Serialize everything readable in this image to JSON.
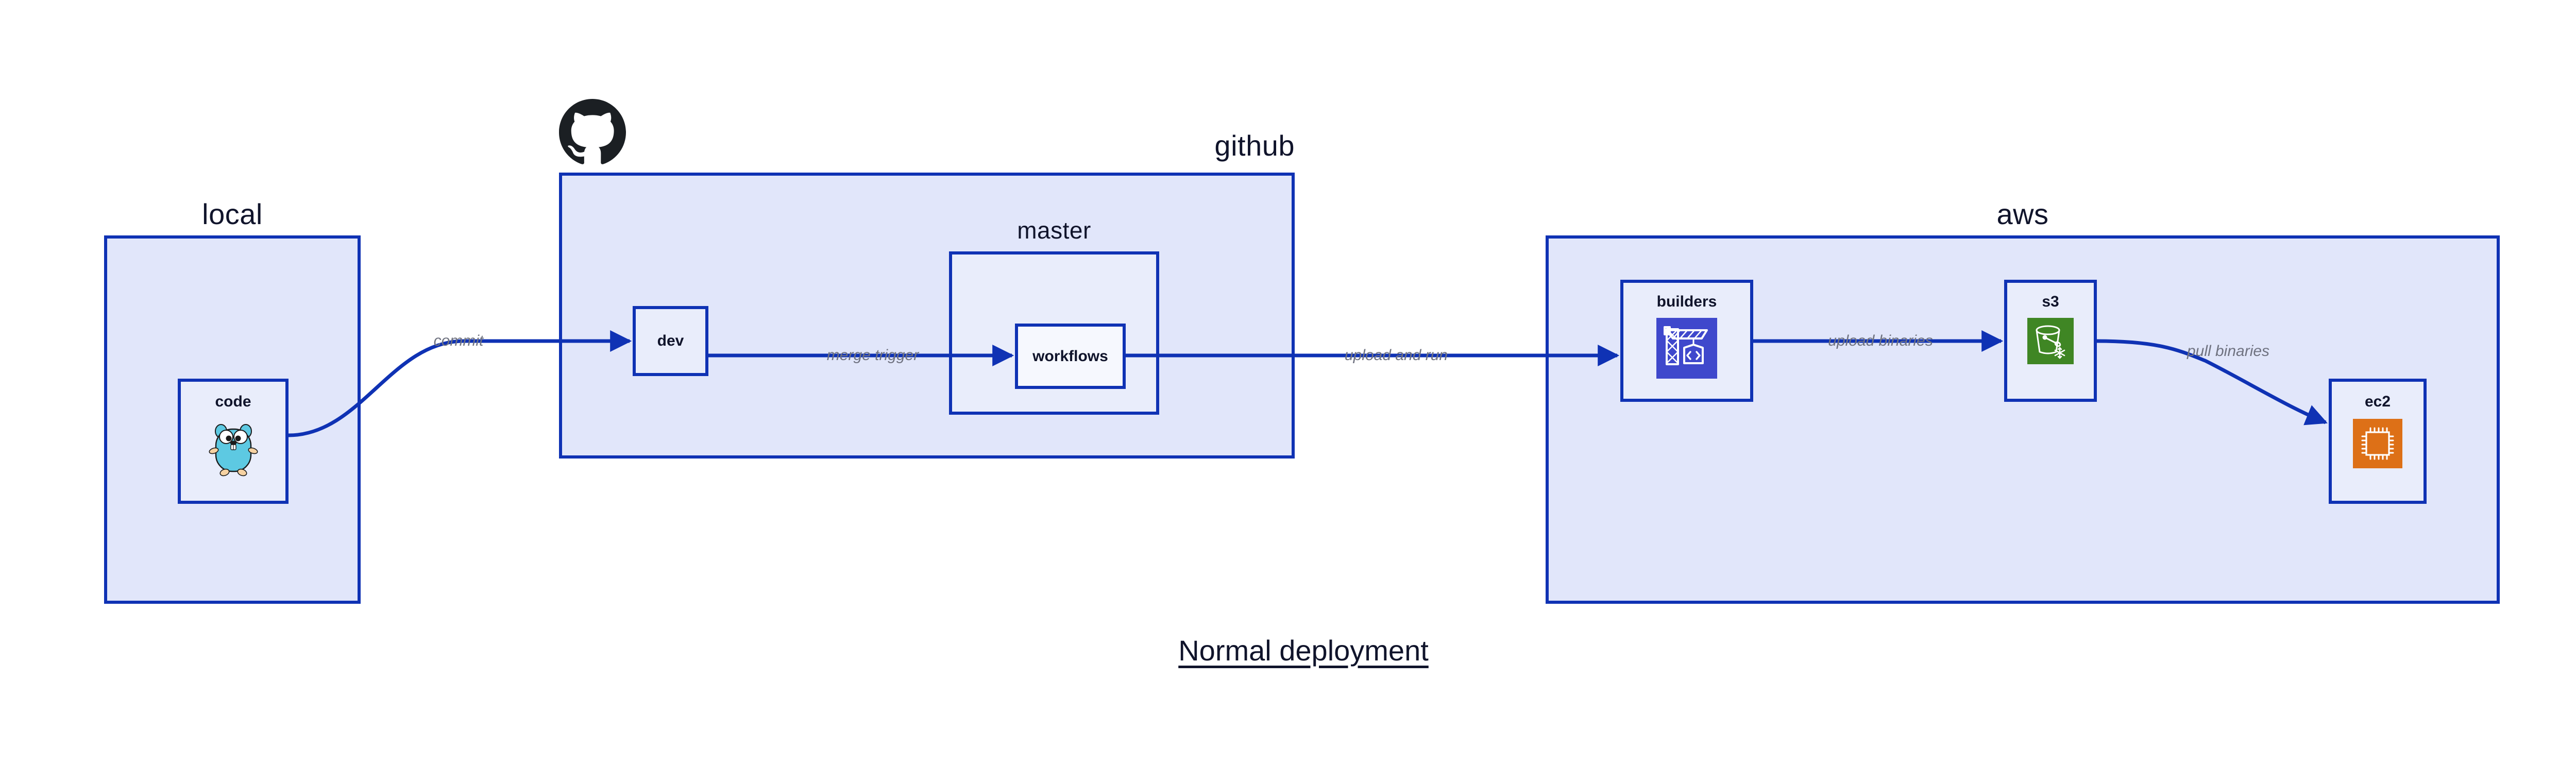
{
  "diagram": {
    "title": "Normal deployment",
    "accent_border": "#0f32b4",
    "group_fill": "#e1e6fa",
    "node_fill": "#e9edfb",
    "edge_label_color": "#6f7280",
    "text_color": "#10142b"
  },
  "groups": [
    {
      "id": "local",
      "label": "local"
    },
    {
      "id": "github",
      "label": "github"
    },
    {
      "id": "aws",
      "label": "aws"
    }
  ],
  "subgroups": [
    {
      "id": "master",
      "label": "master",
      "parent": "github"
    }
  ],
  "nodes": [
    {
      "id": "code",
      "label": "code",
      "group": "local",
      "icon": "go-gopher-icon",
      "icon_color": "#5DC9E2"
    },
    {
      "id": "dev",
      "label": "dev",
      "group": "github",
      "icon": "none",
      "icon_color": ""
    },
    {
      "id": "workflows",
      "label": "workflows",
      "group": "master",
      "icon": "none",
      "icon_color": ""
    },
    {
      "id": "builders",
      "label": "builders",
      "group": "aws",
      "icon": "aws-codebuild-icon",
      "icon_color": "#3F48CC"
    },
    {
      "id": "s3",
      "label": "s3",
      "group": "aws",
      "icon": "aws-s3-bucket-icon",
      "icon_color": "#3F8624"
    },
    {
      "id": "ec2",
      "label": "ec2",
      "group": "aws",
      "icon": "aws-ec2-chip-icon",
      "icon_color": "#DD7017"
    }
  ],
  "edges": [
    {
      "id": "commit",
      "from": "code",
      "to": "dev",
      "label": "commit"
    },
    {
      "id": "merge-trigger",
      "from": "dev",
      "to": "workflows",
      "label": "merge trigger"
    },
    {
      "id": "upload-and-run",
      "from": "workflows",
      "to": "builders",
      "label": "upload and run"
    },
    {
      "id": "upload-binaries",
      "from": "builders",
      "to": "s3",
      "label": "upload binaries"
    },
    {
      "id": "pull-binaries",
      "from": "s3",
      "to": "ec2",
      "label": "pull binaries"
    }
  ],
  "logos": [
    {
      "id": "github-octocat",
      "name": "github-octocat-logo",
      "color": "#1b1f23"
    }
  ]
}
